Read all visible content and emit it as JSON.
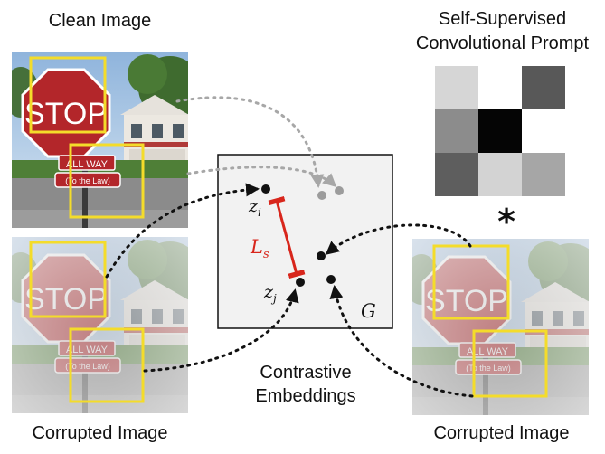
{
  "labels": {
    "clean_image": "Clean Image",
    "corrupted_left": "Corrupted Image",
    "corrupted_right": "Corrupted Image",
    "prompt_title_line1": "Self-Supervised",
    "prompt_title_line2": "Convolutional Prompt",
    "embeddings_line1": "Contrastive",
    "embeddings_line2": "Embeddings",
    "convolution_symbol": "*"
  },
  "embedding_space": {
    "zi": "z",
    "zi_sub": "i",
    "zj": "z",
    "zj_sub": "j",
    "loss": "L",
    "loss_sub": "s",
    "graph": "G"
  },
  "signs": {
    "stop": "STOP",
    "all_way": "ALL WAY",
    "to_the_law": "(To the Law)"
  },
  "prompt_grid": {
    "rows": 3,
    "cols": 3,
    "cells": [
      "#d6d6d6",
      "#ffffff",
      "#585858",
      "#8c8c8c",
      "#050505",
      "#ffffff",
      "#5e5e5e",
      "#d3d3d3",
      "#a6a6a6"
    ]
  },
  "colors": {
    "highlight_box": "#f4dc2a",
    "loss_line": "#d8261c",
    "clean_arrow": "#a7a7a7",
    "dark_arrow": "#111111",
    "embedding_bg": "#f2f2f2"
  }
}
